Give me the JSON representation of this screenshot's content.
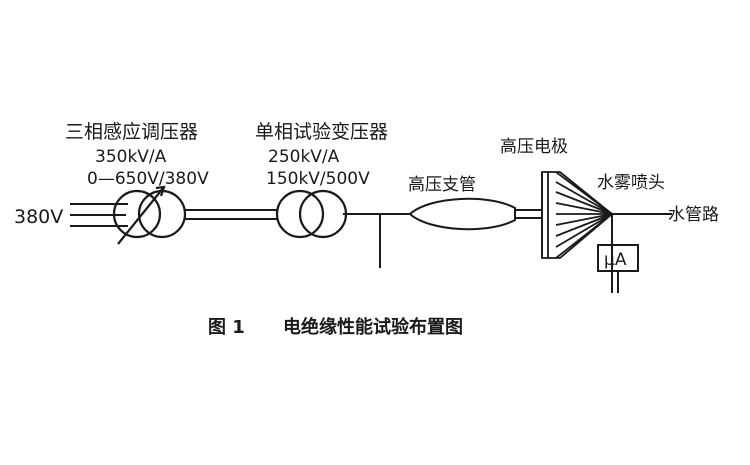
{
  "figure": {
    "input_voltage": "380V",
    "regulator": {
      "name": "三相感应调压器",
      "rating": "350kV/A",
      "voltage": "0—650V/380V"
    },
    "transformer": {
      "name": "单相试验变压器",
      "rating": "250kV/A",
      "voltage": "150kV/500V"
    },
    "hv_bushing": "高压支管",
    "hv_electrode": "高压电极",
    "spray_nozzle": "水雾喷头",
    "water_pipe": "水管路",
    "meter": "μA",
    "caption_number": "图 1",
    "caption_title": "电绝缘性能试验布置图"
  },
  "colors": {
    "ink": "#1a1a1a",
    "background": "#ffffff"
  }
}
